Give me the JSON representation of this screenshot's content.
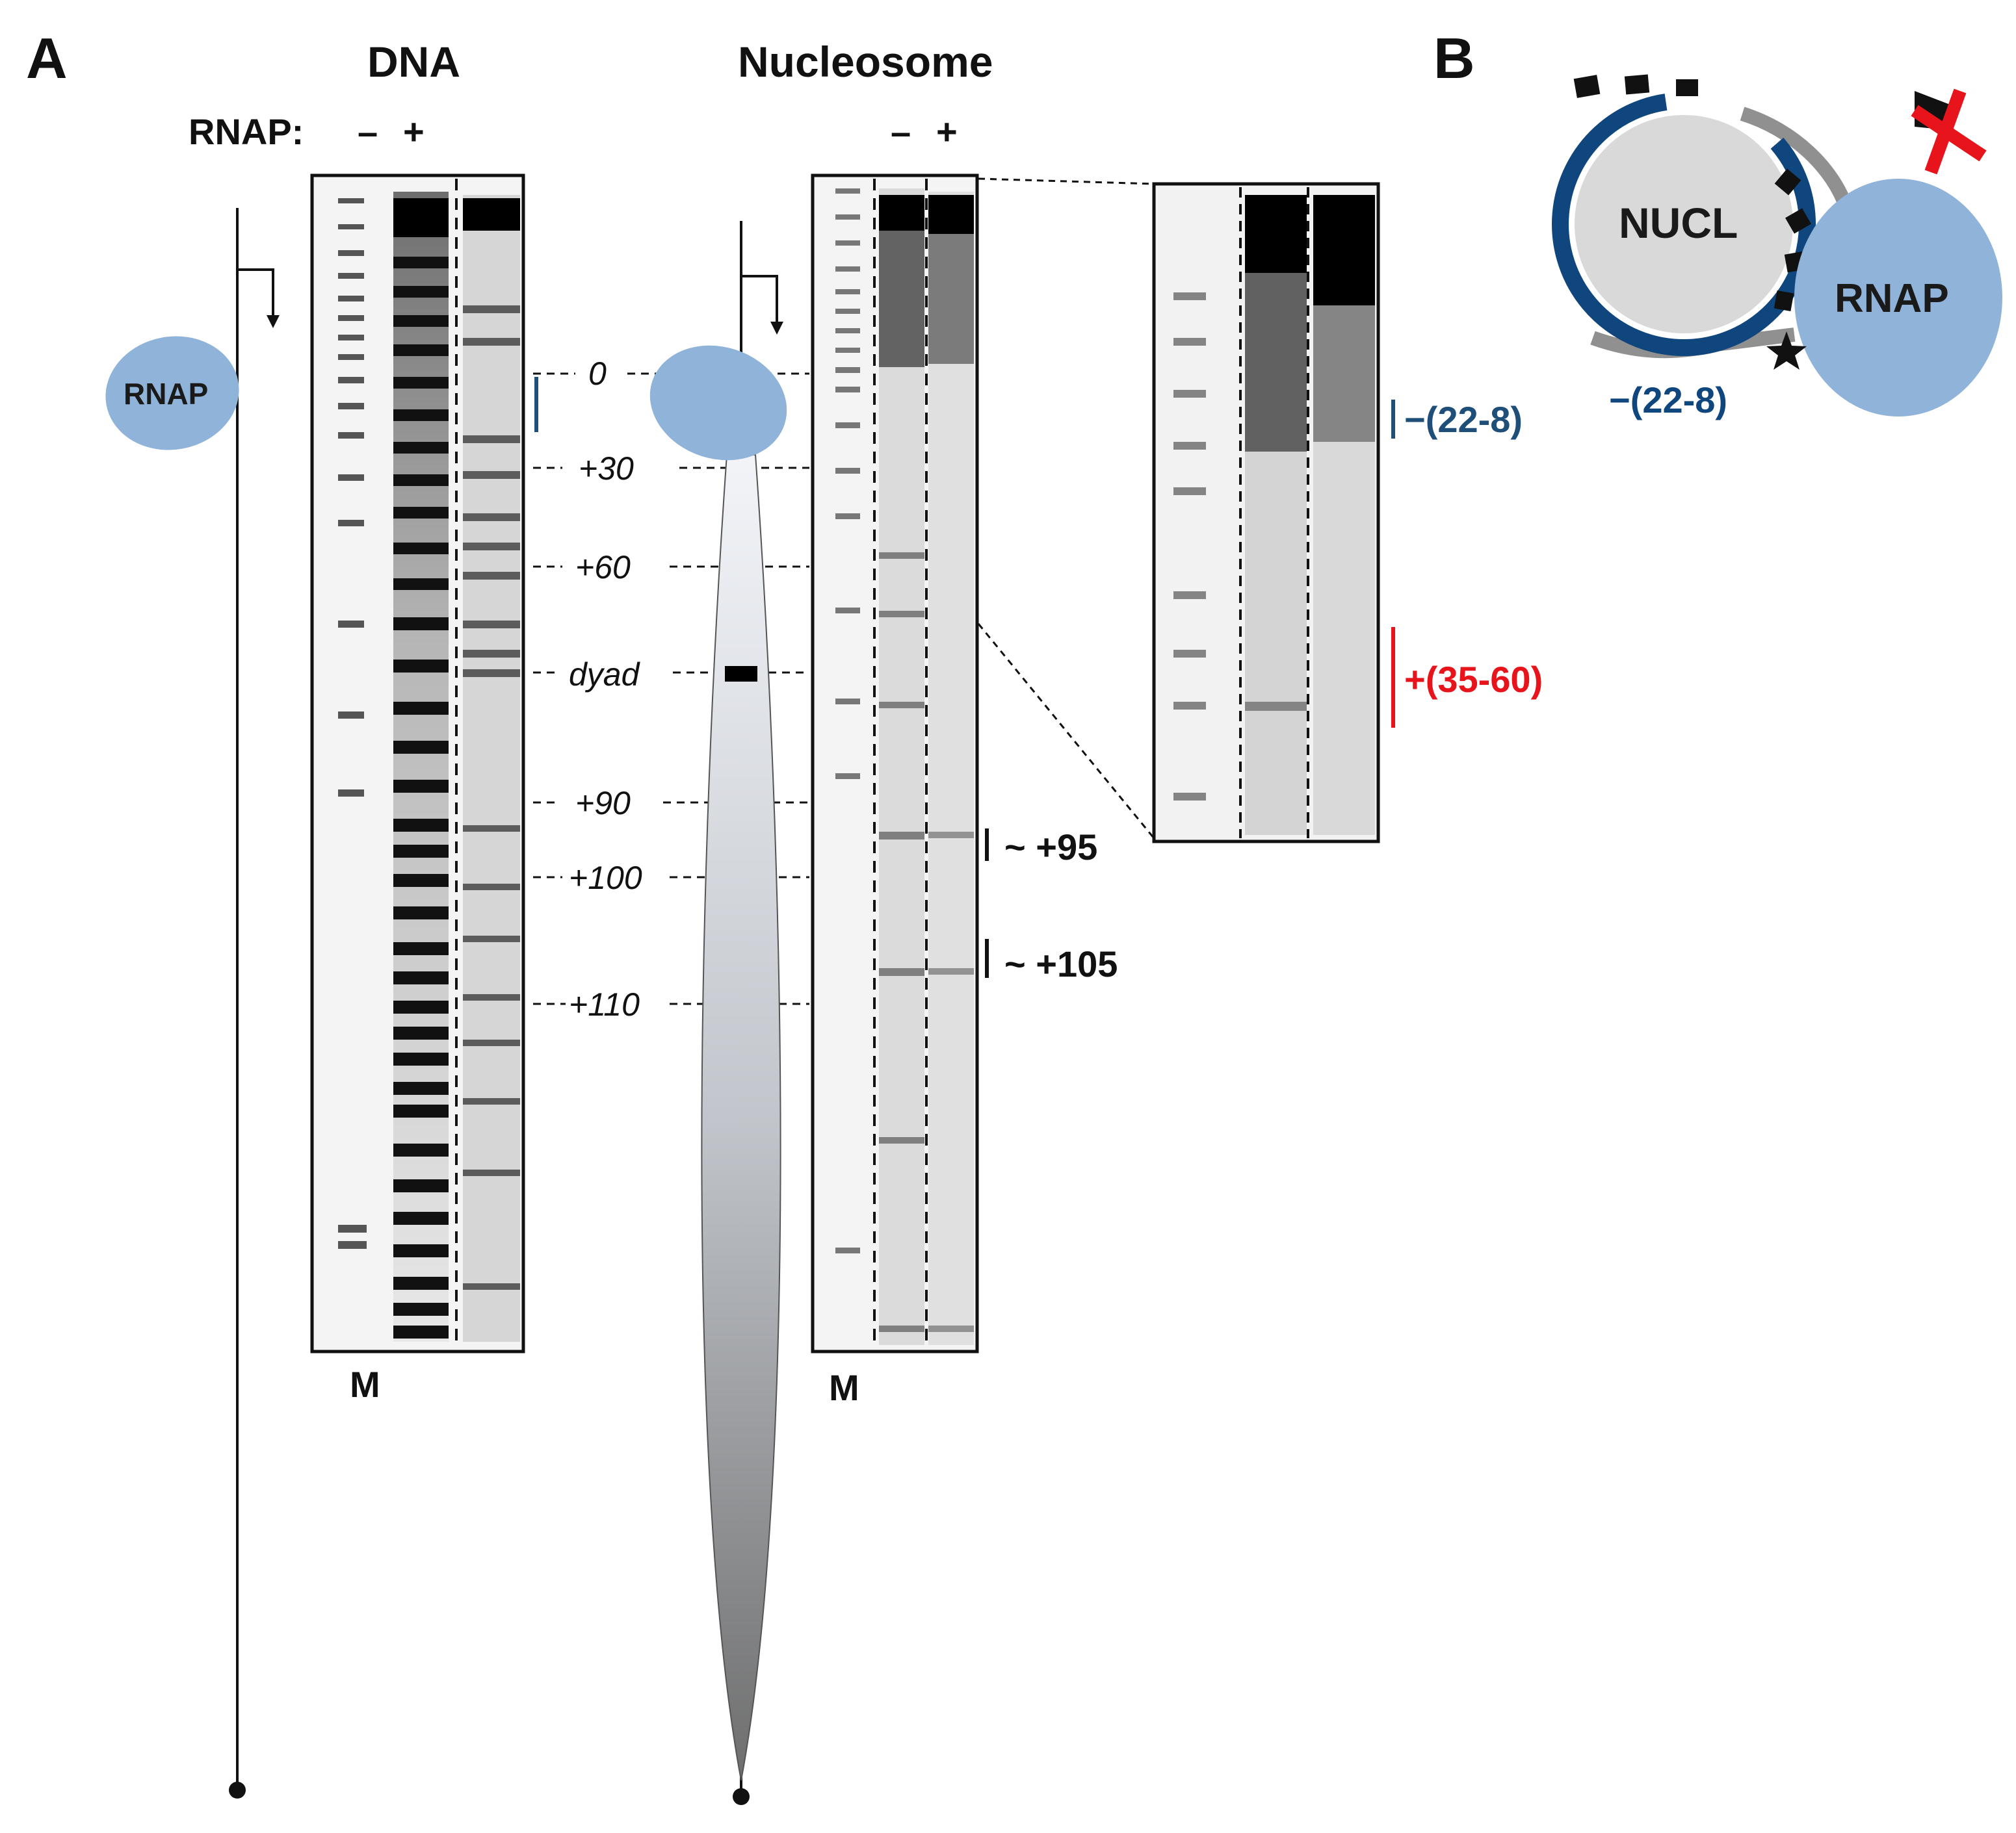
{
  "panelA": {
    "letter": "A",
    "dna_title": "DNA",
    "nucleosome_title": "Nucleosome",
    "rnap_row_label": "RNAP:",
    "dna_lanes": [
      "–",
      "+"
    ],
    "nucl_lanes": [
      "–",
      "+"
    ],
    "marker_label": "M",
    "rnap_label": "RNAP",
    "positions": [
      "0",
      "+30",
      "+60",
      "dyad",
      "+90",
      "+100",
      "+110"
    ],
    "annotations": {
      "upstream": "−(22-8)",
      "downstream": "+(35-60)",
      "site_95": "~ +95",
      "site_105": "~ +105"
    }
  },
  "panelB": {
    "letter": "B",
    "nucl_label": "NUCL",
    "rnap_label": "RNAP",
    "region_label": "−(22-8)"
  },
  "colors": {
    "blue_mark": "#1f4e79",
    "red_mark": "#e8141c",
    "rnap_fill": "#8fb3d9",
    "nucl_fill": "#d9d9d9",
    "nucl_ring": "#10467e",
    "dna_gray": "#909090"
  }
}
